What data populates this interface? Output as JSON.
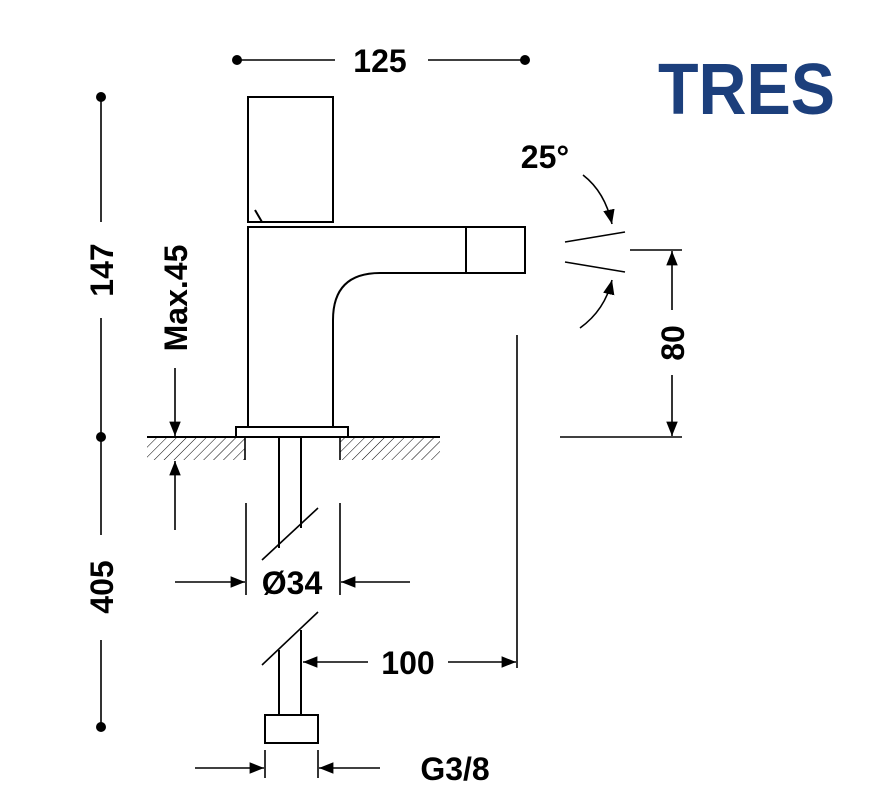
{
  "logo": {
    "text": "TRES",
    "color": "#1c3f7c"
  },
  "dimensions": {
    "width_top": "125",
    "height_total": "147",
    "max_counter": "Max.45",
    "spray_angle": "25°",
    "spout_height": "80",
    "hose_length": "405",
    "hole_diameter": "Ø34",
    "spout_reach": "100",
    "connection": "G3/8"
  }
}
